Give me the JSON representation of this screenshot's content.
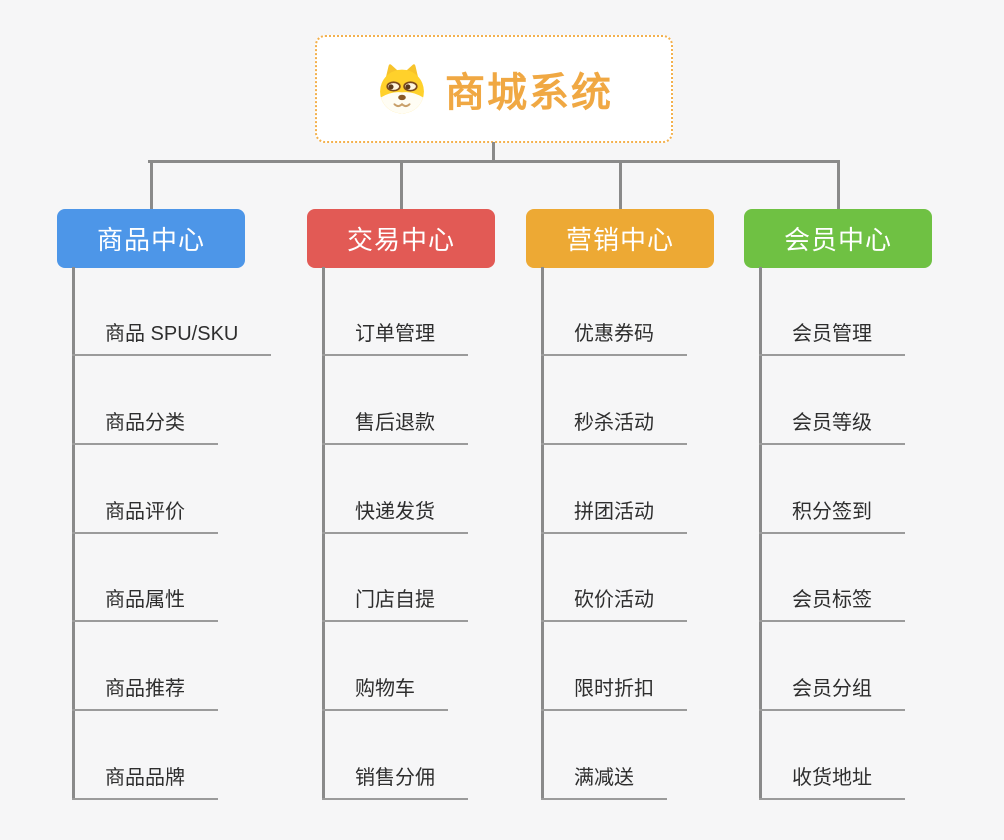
{
  "root": {
    "title": "商城系统",
    "icon": "doge-icon"
  },
  "branches": [
    {
      "id": "product-center",
      "label": "商品中心",
      "color": "#4D96E8",
      "children": [
        "商品 SPU/SKU",
        "商品分类",
        "商品评价",
        "商品属性",
        "商品推荐",
        "商品品牌"
      ]
    },
    {
      "id": "trade-center",
      "label": "交易中心",
      "color": "#E25A55",
      "children": [
        "订单管理",
        "售后退款",
        "快递发货",
        "门店自提",
        "购物车",
        "销售分佣"
      ]
    },
    {
      "id": "marketing-center",
      "label": "营销中心",
      "color": "#EDA934",
      "children": [
        "优惠券码",
        "秒杀活动",
        "拼团活动",
        "砍价活动",
        "限时折扣",
        "满减送"
      ]
    },
    {
      "id": "member-center",
      "label": "会员中心",
      "color": "#6FC143",
      "children": [
        "会员管理",
        "会员等级",
        "积分签到",
        "会员标签",
        "会员分组",
        "收货地址"
      ]
    }
  ],
  "colors": {
    "background": "#f6f6f7",
    "connector": "#8a8a8a",
    "leaf_underline": "#9b9b9b",
    "leaf_text": "#2e2e2e",
    "root_border": "#f3b14e",
    "root_title": "#f0a843"
  }
}
